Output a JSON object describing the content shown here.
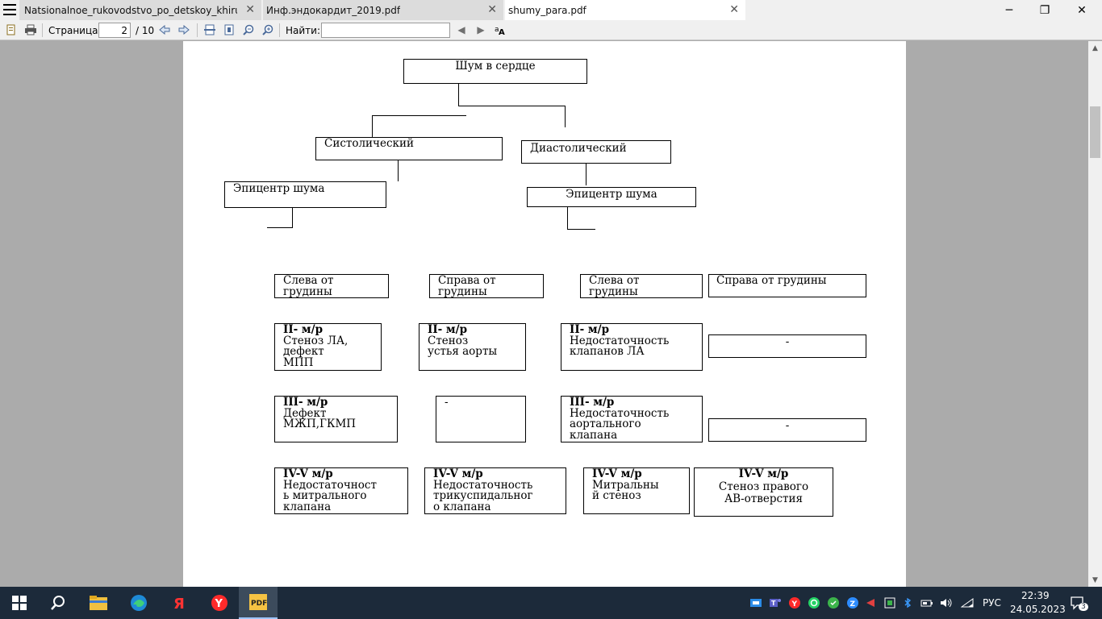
{
  "tabs": [
    {
      "label": "Natsionalnoe_rukovodstvo_po_detskoy_khirurgii....",
      "active": false
    },
    {
      "label": "Инф.эндокардит_2019.pdf",
      "active": false
    },
    {
      "label": "shumy_para.pdf",
      "active": true
    }
  ],
  "window_controls": {
    "minimize": "─",
    "maximize": "❐",
    "close": "✕"
  },
  "toolbar": {
    "page_label": "Страница:",
    "page_current": "2",
    "page_total": "/ 10",
    "find_label": "Найти:",
    "find_value": ""
  },
  "diagram": {
    "root": "Шум в сердце",
    "systolic": "Систолический",
    "diastolic": "Диастолический",
    "epicenter_left": "Эпицентр шума",
    "epicenter_right": "Эпицентр шума",
    "row1": [
      [
        "Слева от",
        "грудины"
      ],
      [
        "Справа от",
        "грудины"
      ],
      [
        "Слева от",
        "грудины"
      ],
      [
        "Справа от грудины"
      ]
    ],
    "row2": [
      {
        "head": "II- м/р",
        "lines": [
          "Стеноз ЛА,",
          "дефект",
          "МПП"
        ]
      },
      {
        "head": "II- м/р",
        "lines": [
          "Стеноз",
          "устья аорты"
        ]
      },
      {
        "head": "II- м/р",
        "lines": [
          "Недостаточность",
          "клапанов ЛА"
        ]
      },
      {
        "head": "",
        "lines": [
          "-"
        ]
      }
    ],
    "row3": [
      {
        "head": "III- м/р",
        "lines": [
          "Дефект",
          "МЖП,ГКМП"
        ]
      },
      {
        "head": "",
        "lines": [
          "-"
        ]
      },
      {
        "head": "III- м/р",
        "lines": [
          "Недостаточность",
          "аортального",
          "клапана"
        ]
      },
      {
        "head": "",
        "lines": [
          "-"
        ]
      }
    ],
    "row4": [
      {
        "head": "IV-V м/р",
        "lines": [
          "Недостаточност",
          "ь митрального",
          "клапана"
        ]
      },
      {
        "head": "IV-V м/р",
        "lines": [
          "Недостаточность",
          "трикуспидальног",
          "о клапана"
        ]
      },
      {
        "head": "IV-V м/р",
        "lines": [
          "Митральны",
          "й стеноз"
        ]
      },
      {
        "head": "IV-V м/р",
        "lines": [
          "Стеноз правого",
          "АВ-отверстия"
        ]
      }
    ]
  },
  "tray": {
    "language": "РУС",
    "time": "22:39",
    "date": "24.05.2023",
    "notifications": "3"
  }
}
